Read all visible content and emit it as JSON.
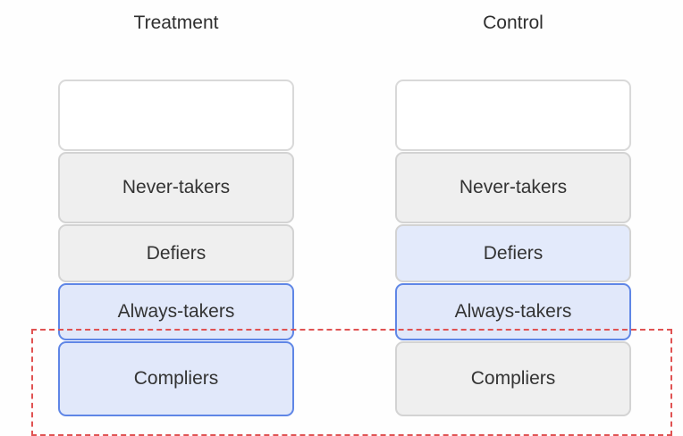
{
  "columns": {
    "treatment": {
      "title": "Treatment",
      "cells": {
        "empty": "",
        "never_takers": "Never-takers",
        "defiers": "Defiers",
        "always_takers": "Always-takers",
        "compliers": "Compliers"
      }
    },
    "control": {
      "title": "Control",
      "cells": {
        "empty": "",
        "never_takers": "Never-takers",
        "defiers": "Defiers",
        "always_takers": "Always-takers",
        "compliers": "Compliers"
      }
    }
  },
  "colors": {
    "highlight_fill": "#e1e8fa",
    "highlight_border": "#5f86e6",
    "neutral_fill": "#efefef",
    "dashed_outline": "#e05353"
  }
}
